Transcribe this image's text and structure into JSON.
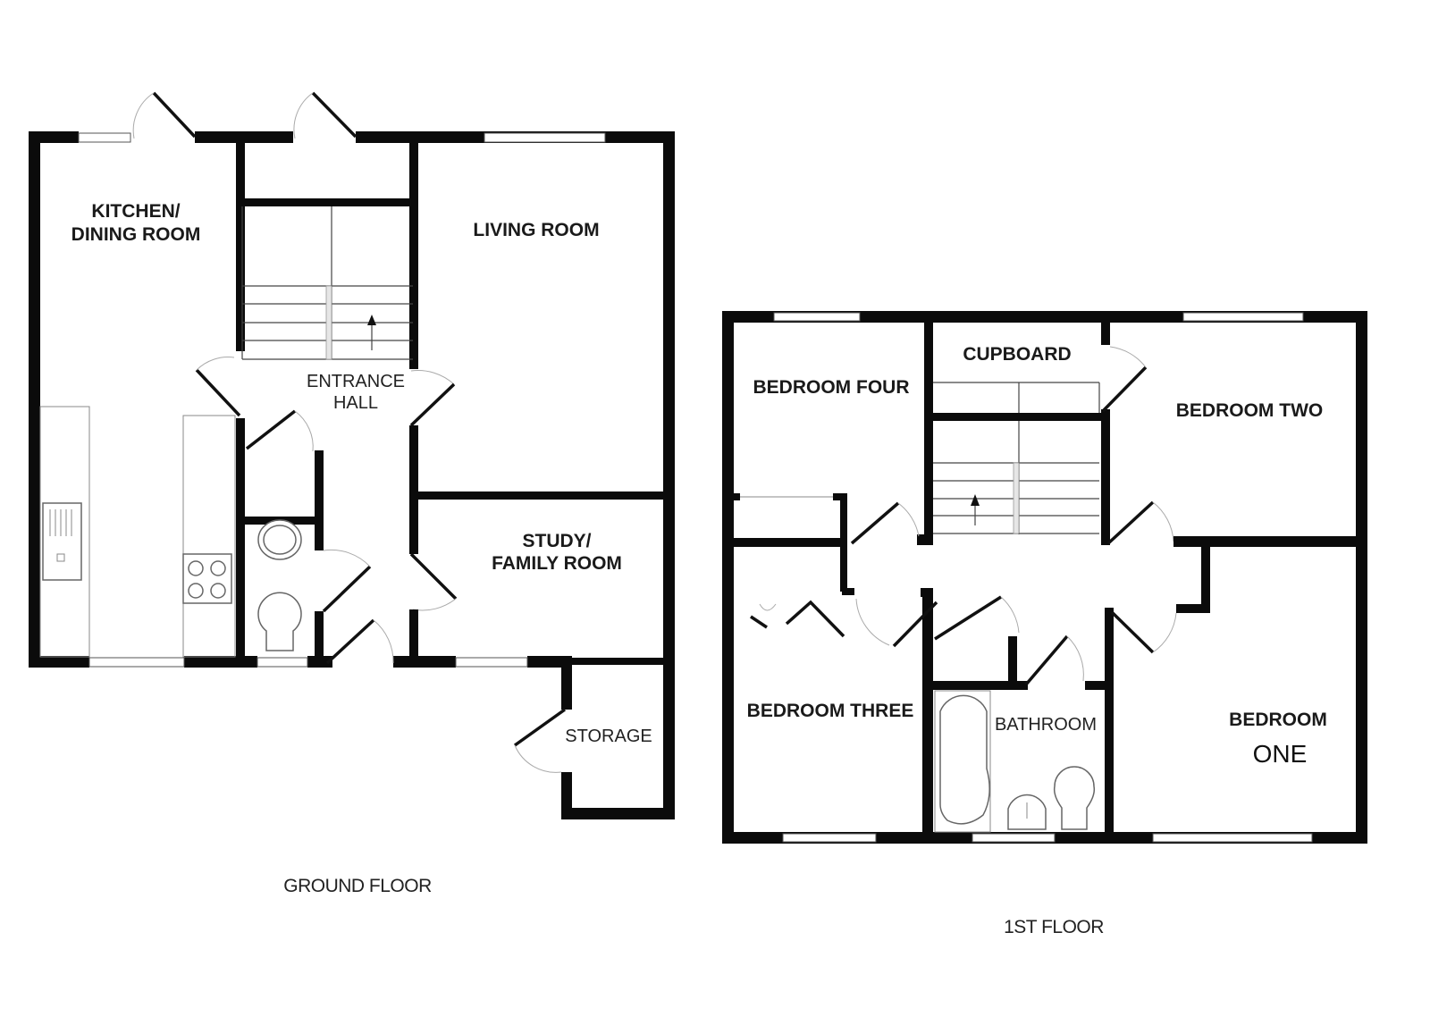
{
  "plan": {
    "ground_floor": {
      "title": "GROUND FLOOR",
      "rooms": {
        "kitchen_line1": "KITCHEN/",
        "kitchen_line2": "DINING ROOM",
        "living": "LIVING ROOM",
        "hall_line1": "ENTRANCE",
        "hall_line2": "HALL",
        "study_line1": "STUDY/",
        "study_line2": "FAMILY ROOM",
        "storage": "STORAGE"
      }
    },
    "first_floor": {
      "title": "1ST FLOOR",
      "rooms": {
        "bedroom_four": "BEDROOM FOUR",
        "cupboard": "CUPBOARD",
        "bedroom_two": "BEDROOM TWO",
        "bedroom_three": "BEDROOM THREE",
        "bathroom": "BATHROOM",
        "bedroom_one_line1": "BEDROOM",
        "bedroom_one_line2": "ONE"
      }
    },
    "colors": {
      "wall": "#0b0b0b",
      "background": "#ffffff",
      "window": "#ffffff"
    }
  }
}
